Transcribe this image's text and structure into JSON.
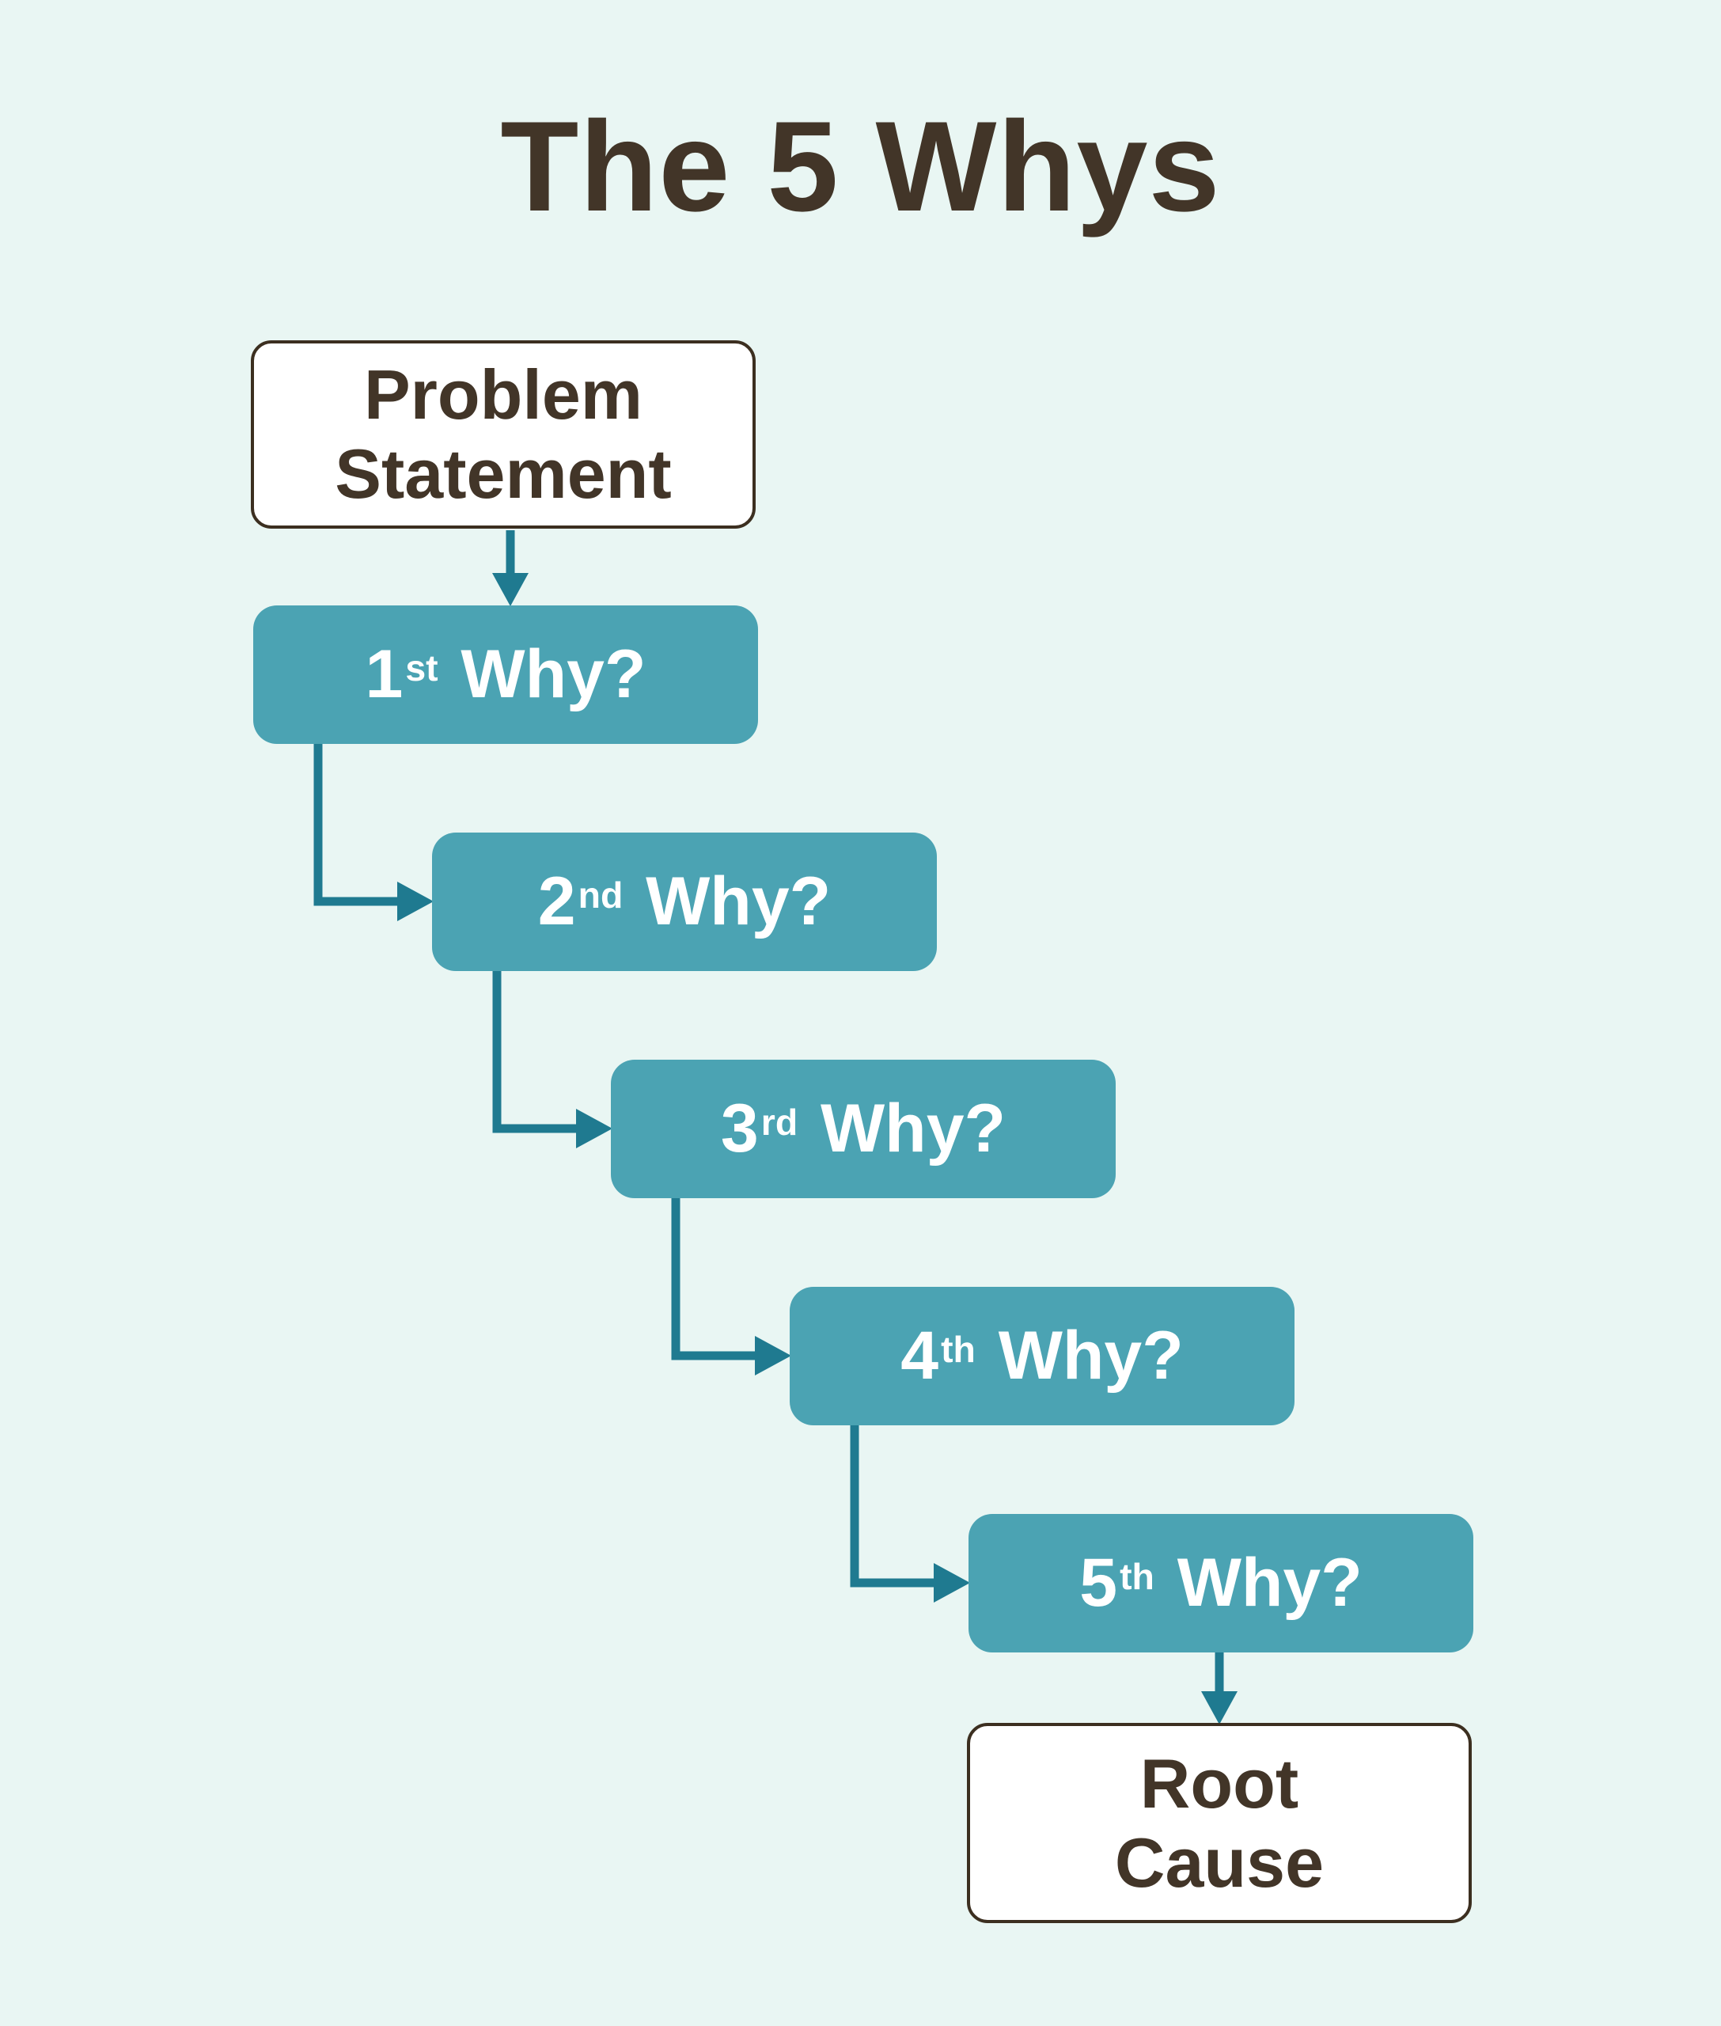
{
  "title": "The 5 Whys",
  "colors": {
    "background": "#E9F6F3",
    "why_box_fill": "#4BA3B3",
    "why_box_text": "#FFFFFF",
    "connector": "#1F7A90",
    "endpoint_box_fill": "#FFFFFF",
    "endpoint_box_border": "#3C2F20",
    "heading_text": "#423528"
  },
  "diagram": {
    "start_node": {
      "line1": "Problem",
      "line2": "Statement"
    },
    "why_nodes": [
      {
        "ordinal": "1",
        "suffix": "st",
        "question": "Why?"
      },
      {
        "ordinal": "2",
        "suffix": "nd",
        "question": "Why?"
      },
      {
        "ordinal": "3",
        "suffix": "rd",
        "question": "Why?"
      },
      {
        "ordinal": "4",
        "suffix": "th",
        "question": "Why?"
      },
      {
        "ordinal": "5",
        "suffix": "th",
        "question": "Why?"
      }
    ],
    "end_node": {
      "line1": "Root",
      "line2": "Cause"
    }
  }
}
